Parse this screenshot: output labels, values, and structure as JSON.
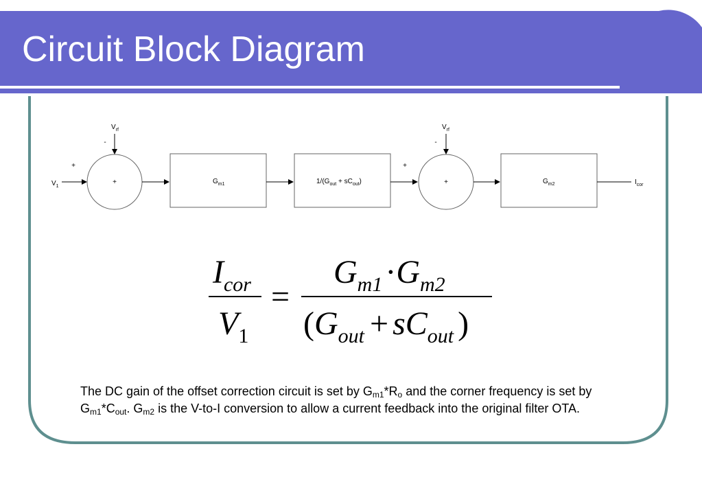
{
  "title": "Circuit Block Diagram",
  "colors": {
    "title_band": "#6666cc",
    "frame": "#5e8f8f",
    "text": "#000000"
  },
  "diagram": {
    "input_label": {
      "main": "V",
      "sub": "1"
    },
    "output_label": {
      "main": "I",
      "sub": "cor"
    },
    "summing_junction_1": {
      "center_label": "+",
      "input_sign": "+",
      "ref_sign": "-",
      "ref_label": {
        "main": "V",
        "sub": "rf"
      }
    },
    "block_gm1": {
      "main": "G",
      "sub": "m1"
    },
    "block_filter": {
      "prefix": "1/(G",
      "sub1": "out",
      "middle": " + sC",
      "sub2": "out",
      "suffix": ")"
    },
    "summing_junction_2": {
      "center_label": "+",
      "input_sign": "+",
      "ref_sign": "-",
      "ref_label": {
        "main": "V",
        "sub": "rf"
      }
    },
    "block_gm2": {
      "main": "G",
      "sub": "m2"
    }
  },
  "equation": {
    "lhs_numerator": {
      "main": "I",
      "sub": "cor"
    },
    "lhs_denominator": {
      "main": "V",
      "sub": "1"
    },
    "equals": "=",
    "rhs_numerator": {
      "g1": "G",
      "s1": "m1",
      "dot": "·",
      "g2": "G",
      "s2": "m2"
    },
    "rhs_denominator": {
      "open": "(",
      "g": "G",
      "s1": "out",
      "plus": "+",
      "sc": "sC",
      "s2": "out",
      "close": ")"
    }
  },
  "caption": {
    "t1": "The DC gain of the offset correction circuit is set by G",
    "s1": "m1",
    "t2": "*R",
    "s2": "o",
    "t3": " and the corner frequency is set by G",
    "s3": "m1",
    "t4": "*C",
    "s4": "out",
    "t5": ". G",
    "s5": "m2",
    "t6": " is the V-to-I conversion to allow a current feedback into the original filter OTA."
  }
}
